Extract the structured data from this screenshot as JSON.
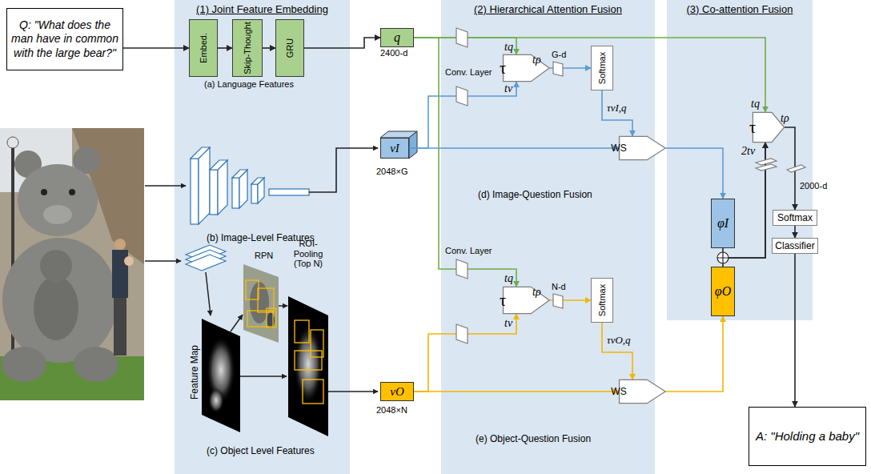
{
  "diagram": {
    "nodes": [
      {
        "text": [
          "Q: \"What does the man have in common with the large bear?\""
        ]
      },
      {
        "text": [
          "(1) Joint Feature Embedding"
        ]
      },
      {
        "text": [
          "Embed."
        ],
        "in": 1
      },
      {
        "text": [
          "Skip-Thought"
        ],
        "in": 1
      },
      {
        "text": [
          "GRU"
        ],
        "in": 1
      },
      {
        "text": [
          "q"
        ]
      },
      {
        "text": [
          "νI"
        ]
      },
      {
        "text": [
          "νO"
        ]
      },
      {
        "text": [
          "(2) Hierarchical Attention Fusion"
        ]
      },
      {
        "text": [
          "τ"
        ],
        "in": 8
      },
      {
        "text": [
          "Softmax"
        ],
        "in": 8
      },
      {
        "text": [
          "WS"
        ],
        "in": 8
      },
      {
        "text": [
          "τ"
        ],
        "in": 8
      },
      {
        "text": [
          "Softmax"
        ],
        "in": 8
      },
      {
        "text": [
          "WS"
        ],
        "in": 8
      },
      {
        "text": [
          "(3) Co-attention Fusion"
        ]
      },
      {
        "text": [
          "τ"
        ],
        "in": 15
      },
      {
        "text": [
          "φI"
        ],
        "in": 15
      },
      {
        "text": [
          "φO"
        ],
        "in": 15
      },
      {
        "text": [
          "Softmax"
        ],
        "in": 15
      },
      {
        "text": [
          "Classifier"
        ],
        "in": 15
      },
      {
        "text": [
          "A: \"Holding a baby\""
        ]
      }
    ],
    "edges": [
      {
        "from": 0,
        "to": 2,
        "arrow": "to"
      },
      {
        "from": 2,
        "to": 3,
        "arrow": "to"
      },
      {
        "from": 3,
        "to": 4,
        "arrow": "to"
      },
      {
        "from": 4,
        "to": 5,
        "arrow": "to"
      },
      {
        "from": 5,
        "to": 9,
        "arrow": "to"
      },
      {
        "from": 5,
        "to": 12,
        "arrow": "to"
      },
      {
        "from": 5,
        "to": 16,
        "arrow": "to"
      },
      {
        "from": 6,
        "to": 9,
        "arrow": "to"
      },
      {
        "from": 6,
        "to": 11,
        "arrow": "to"
      },
      {
        "from": 9,
        "to": 10,
        "arrow": "to"
      },
      {
        "from": 10,
        "to": 11,
        "arrow": "to"
      },
      {
        "from": 11,
        "to": 17,
        "arrow": "to"
      },
      {
        "from": 7,
        "to": 12,
        "arrow": "to"
      },
      {
        "from": 7,
        "to": 14,
        "arrow": "to"
      },
      {
        "from": 12,
        "to": 13,
        "arrow": "to"
      },
      {
        "from": 13,
        "to": 14,
        "arrow": "to"
      },
      {
        "from": 14,
        "to": 18,
        "arrow": "to"
      },
      {
        "from": 17,
        "to": 16,
        "arrow": "to"
      },
      {
        "from": 18,
        "to": 16,
        "arrow": "to"
      },
      {
        "from": 16,
        "to": 19,
        "arrow": "to"
      },
      {
        "from": 19,
        "to": 20,
        "arrow": "to"
      },
      {
        "from": 20,
        "to": 21,
        "arrow": "to"
      }
    ],
    "labels": [
      "(a) Language Features",
      "2400-d",
      "(b) Image-Level Features",
      "2048×G",
      "RPN",
      "ROI-Pooling (Top N)",
      "Feature Map",
      "(c) Object Level Features",
      "2048×N",
      "Conv. Layer",
      "tq",
      "tv",
      "tρ",
      "G-d",
      "τνI,q",
      "(d) Image-Question Fusion",
      "Conv. Layer",
      "tq",
      "tv",
      "tρ",
      "N-d",
      "τνO,q",
      "(e) Object-Question Fusion",
      "tq",
      "tρ",
      "2tv",
      "2000-d"
    ]
  }
}
